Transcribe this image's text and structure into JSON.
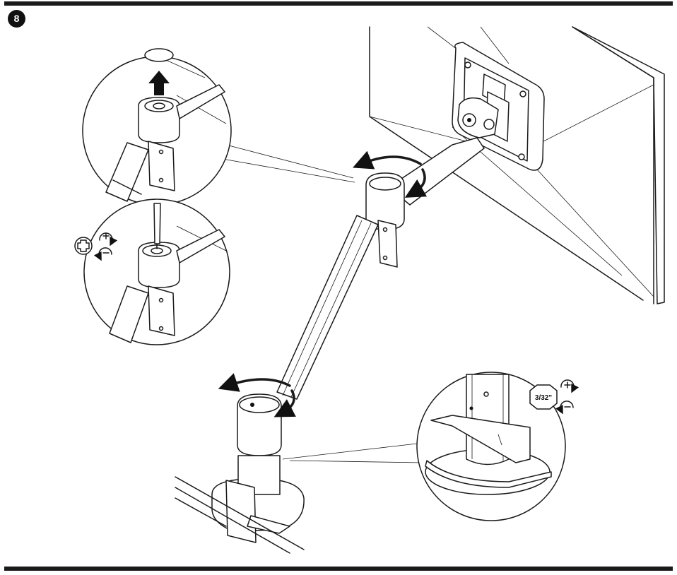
{
  "step": {
    "number": "8"
  },
  "tools": {
    "hex_key_size": "3/32\""
  },
  "icons": [
    "step-number-badge",
    "cap-remove-arrow-icon",
    "phillips-screwdriver-icon",
    "rotate-clockwise-plus-icon",
    "rotate-counterclockwise-minus-icon",
    "hex-key-size-icon",
    "arm-swivel-rotation-arrow-icon",
    "base-swivel-rotation-arrow-icon"
  ],
  "colors": {
    "ink": "#1a1a1a",
    "paper": "#ffffff"
  }
}
